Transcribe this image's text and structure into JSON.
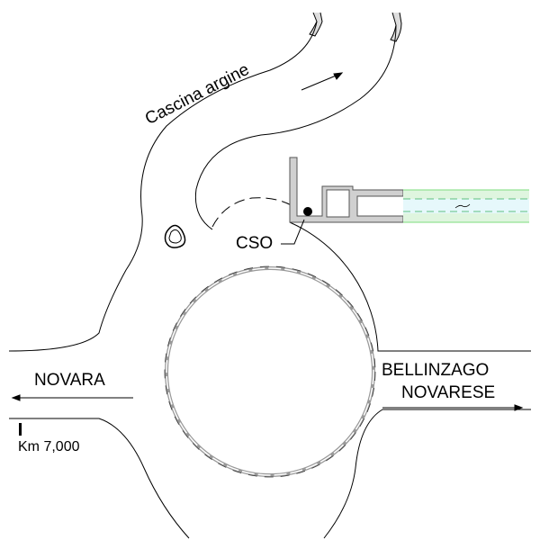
{
  "labels": {
    "road_name": "Cascina argine",
    "cso": "CSO",
    "west": "NOVARA",
    "east_line1": "BELLINZAGO",
    "east_line2": "NOVARESE",
    "km": "Km 7,000"
  },
  "colors": {
    "line": "#000000",
    "wall_fill": "#d0d0d0",
    "channel_green": "#7ddc7d",
    "channel_water": "#e6f8fb"
  }
}
